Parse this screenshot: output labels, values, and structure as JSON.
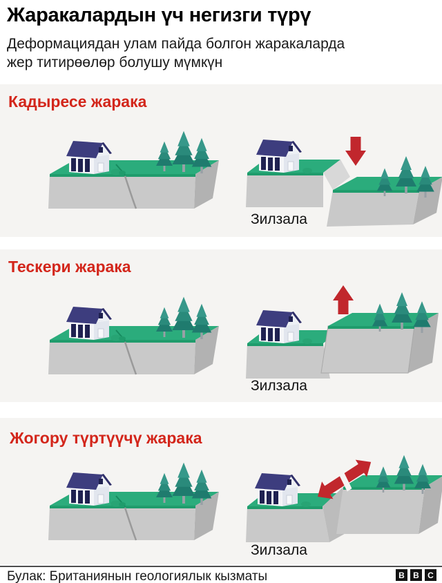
{
  "header": {
    "title": "Жаракалардын үч негизги түрү",
    "subtitle": "Деформациядан улам пайда болгон жаракаларда\nжер титирөөлөр болушу мүмкүн"
  },
  "sections": [
    {
      "heading": "Кадыресе жарака",
      "earthquake_label": "Зилзала"
    },
    {
      "heading": "Тескери жарака",
      "earthquake_label": "Зилзала"
    },
    {
      "heading": "Жогору түртүүчү жарака",
      "earthquake_label": "Зилзала"
    }
  ],
  "footer": {
    "source": "Булак: Британиянын геологиялык кызматы",
    "logo_letters": [
      "B",
      "B",
      "C"
    ]
  },
  "colors": {
    "heading_red": "#d3261b",
    "arrow_red": "#c1272d",
    "grass_green": "#2bac7c",
    "grass_edge_green": "#1f9c6c",
    "block_gray": "#c9c9c9",
    "block_side_gray": "#b2b2b2",
    "fault_scarp_gray": "#d8d8d8",
    "roof_navy": "#3d3d7e",
    "section_bg": "#f5f4f2"
  }
}
